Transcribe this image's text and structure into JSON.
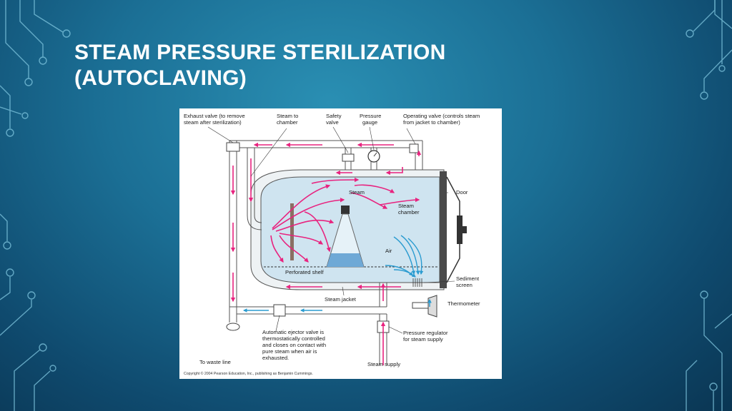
{
  "slide": {
    "title_line1": "STEAM PRESSURE STERILIZATION",
    "title_line2": "(AUTOCLAVING)"
  },
  "colors": {
    "background": "#1b6f95",
    "steam_arrow": "#e8237f",
    "air_arrow": "#2a9bd0",
    "chamber_fill": "#cfe4f0",
    "pipe": "#f4f6f7",
    "door": "#4a4a4a"
  },
  "diagram": {
    "labels": {
      "exhaust_valve_1": "Exhaust valve (to remove",
      "exhaust_valve_2": "steam after sterilization)",
      "steam_to_chamber_1": "Steam to",
      "steam_to_chamber_2": "chamber",
      "safety_valve_1": "Safety",
      "safety_valve_2": "valve",
      "pressure_gauge_1": "Pressure",
      "pressure_gauge_2": "gauge",
      "operating_valve_1": "Operating valve (controls steam",
      "operating_valve_2": "from jacket to chamber)",
      "steam": "Steam",
      "door": "Door",
      "steam_chamber_1": "Steam",
      "steam_chamber_2": "chamber",
      "air": "Air",
      "perforated_shelf": "Perforated shelf",
      "sediment_screen_1": "Sediment",
      "sediment_screen_2": "screen",
      "steam_jacket": "Steam jacket",
      "thermometer": "Thermometer",
      "ejector_valve_1": "Automatic ejector valve is",
      "ejector_valve_2": "thermostatically controlled",
      "ejector_valve_3": "and closes on contact with",
      "ejector_valve_4": "pure steam when air is",
      "ejector_valve_5": "exhausted.",
      "pressure_regulator_1": "Pressure regulator",
      "pressure_regulator_2": "for steam supply",
      "to_waste_line": "To waste line",
      "steam_supply": "Steam supply",
      "copyright": "Copyright © 2004 Pearson Education, Inc., publishing as Benjamin Cummings."
    },
    "icons": [
      "flask-icon",
      "pressure-gauge-icon",
      "thermometer-icon",
      "valve-icon",
      "door-handle-icon"
    ]
  }
}
